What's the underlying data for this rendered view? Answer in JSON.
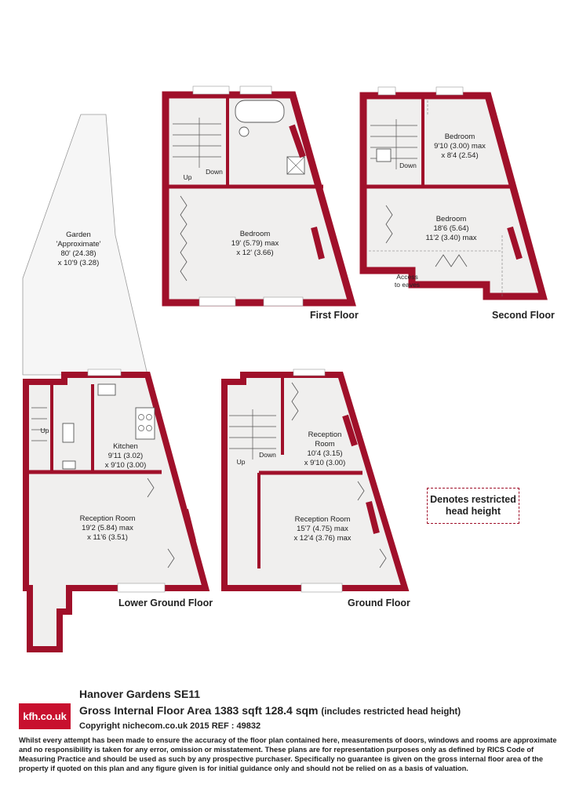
{
  "property": {
    "address": "Hanover Gardens SE11",
    "area_line": "Gross Internal Floor Area 1383 sqft 128.4 sqm",
    "area_note": "(includes restricted head height)",
    "copyright": "Copyright nichecom.co.uk 2015 REF : 49832",
    "logo_text": "kfh.co.uk"
  },
  "legend": {
    "line1": "Denotes restricted",
    "line2": "head height"
  },
  "disclaimer": "Whilst every attempt has been made to ensure the accuracy of the floor plan contained here, measurements of doors, windows and rooms are approximate and no responsibility is taken for any error, omission or misstatement. These plans are for representation purposes only as defined by RICS Code of Measuring Practice and should be used as such by any prospective purchaser. Specifically no guarantee is given on the gross internal floor area of the property if quoted on this plan and any figure given is for initial guidance only and should not be relied on as a basis of valuation.",
  "floors": {
    "first": "First Floor",
    "second": "Second Floor",
    "lower_ground": "Lower Ground Floor",
    "ground": "Ground Floor"
  },
  "rooms": {
    "garden": {
      "name": "Garden",
      "l2": "'Approximate'",
      "l3": "80' (24.38)",
      "l4": "x 10'9 (3.28)"
    },
    "ff_bedroom": {
      "name": "Bedroom",
      "l2": "19' (5.79) max",
      "l3": "x 12' (3.66)"
    },
    "sf_bedroom_small": {
      "name": "Bedroom",
      "l2": "9'10 (3.00) max",
      "l3": "x 8'4 (2.54)"
    },
    "sf_bedroom_large": {
      "name": "Bedroom",
      "l2": "18'6 (5.64)",
      "l3": "11'2 (3.40) max"
    },
    "kitchen": {
      "name": "Kitchen",
      "l2": "9'11 (3.02)",
      "l3": "x 9'10 (3.00)"
    },
    "lg_reception": {
      "name": "Reception Room",
      "l2": "19'2 (5.84) max",
      "l3": "x 11'6 (3.51)"
    },
    "gf_reception_upper": {
      "name": "Reception",
      "l2": "Room",
      "l3": "10'4 (3.15)",
      "l4": "x 9'10 (3.00)"
    },
    "gf_reception_lower": {
      "name": "Reception Room",
      "l2": "15'7 (4.75) max",
      "l3": "x 12'4 (3.76) max"
    }
  },
  "labels": {
    "up": "Up",
    "down": "Down",
    "access1": "Access",
    "access2": "to eaves"
  },
  "colors": {
    "wall": "#a0102a",
    "floor": "#f0efee",
    "logo": "#c8102e"
  }
}
